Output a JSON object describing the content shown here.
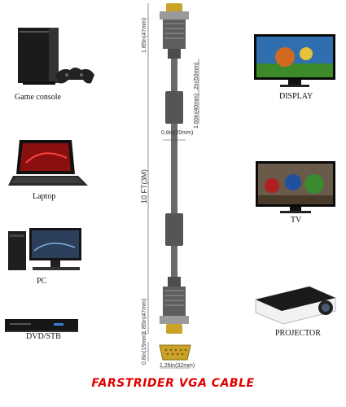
{
  "devices": {
    "game_console": "Game console",
    "laptop": "Laptop",
    "pc": "PC",
    "dvd": "DVD/STB",
    "display": "DISPLAY",
    "tv": "TV",
    "projector": "PROJECTOR"
  },
  "dimensions": {
    "top_connector": "1.85in(47mm)",
    "top_segment": "2in(50mm)",
    "ferrite": "1.60in(40mm)",
    "cable_width": "0.8in(20mm)",
    "total_length": "10 FT(3M)",
    "bottom_connector": "1.85in(47mm)",
    "plug_height": "0.6in(15mm)",
    "plug_width": "1.26in(32mm)"
  },
  "title": "FARSTRIDER VGA CABLE",
  "colors": {
    "title": "#e00000",
    "cable": "#6a6a6a",
    "connector": "#c9a227"
  }
}
